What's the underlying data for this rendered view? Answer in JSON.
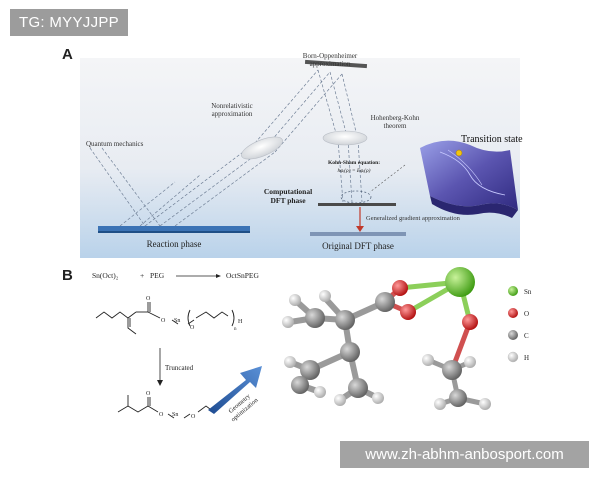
{
  "overlay": {
    "tag_text": "TG: MYYJJPP",
    "watermark_text": "www.zh-abhm-anbosport.com"
  },
  "panel_a": {
    "letter": "A",
    "labels": {
      "born_oppenheimer_1": "Born-Oppenheimer",
      "born_oppenheimer_2": "approximation",
      "nonrelativistic_1": "Nonrelativistic",
      "nonrelativistic_2": "approximation",
      "hohenberg_kohn_1": "Hohenberg-Kohn",
      "hohenberg_kohn_2": "theorem",
      "quantum_mechanics": "Quantum mechanics",
      "transition_state": "Transition state",
      "kohn_sham_1": "Kohn-Sham equation:",
      "kohn_sham_2": "hφᵢ(ρ) = Eφᵢ(ρ)",
      "computational_1": "Computational",
      "computational_2": "DFT phase",
      "gga": "Generalized gradient approximation",
      "reaction_phase": "Reaction phase",
      "original_dft": "Original DFT phase"
    }
  },
  "panel_b": {
    "letter": "B",
    "equation": {
      "reactant1": "Sn(Oct)₂",
      "plus": "+",
      "reactant2": "PEG",
      "product": "OctSnPEG"
    },
    "structure_labels": {
      "sn_top": "Sn",
      "o_top1": "O",
      "o_top2": "O",
      "o_top3": "O",
      "h_end": "H",
      "n_sub": "n",
      "sn_bottom": "Sn",
      "o_bot1": "O",
      "o_bot2": "O",
      "o_bot3": "O"
    },
    "truncated": "Truncated",
    "geometry_1": "Geometry",
    "geometry_2": "optimization",
    "legend": [
      {
        "label": "Sn",
        "color": "#66cc33"
      },
      {
        "label": "O",
        "color": "#e02020"
      },
      {
        "label": "C",
        "color": "#888888"
      },
      {
        "label": "H",
        "color": "#dddddd"
      }
    ]
  },
  "colors": {
    "surface": "#6a63b8",
    "sn_atom": "#66cc33",
    "o_atom": "#e02020",
    "c_atom": "#8a8a8a",
    "h_atom": "#e6e6e6",
    "arrow": "#2a5fa8"
  }
}
